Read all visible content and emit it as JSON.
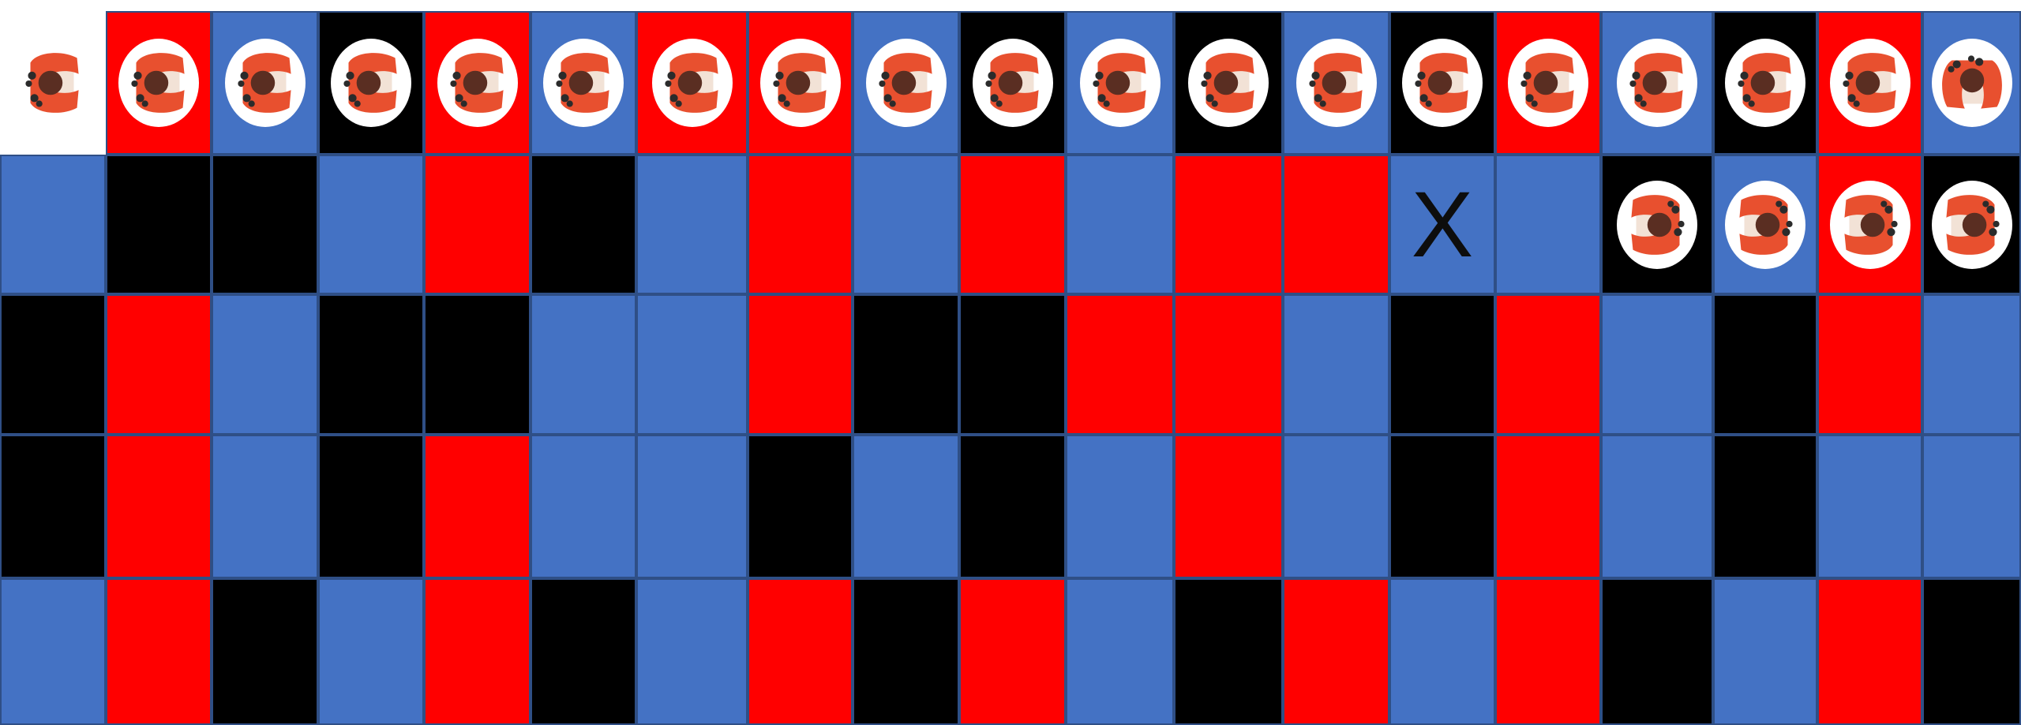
{
  "palette": {
    "red": "#ff0000",
    "blue": "#4472c4",
    "black": "#000000",
    "white": "#ffffff",
    "gridline": "#2f4f86"
  },
  "board": {
    "columns": 19,
    "rows": 5,
    "cells": [
      [
        "W",
        "R",
        "B",
        "K",
        "R",
        "B",
        "R",
        "R",
        "B",
        "K",
        "B",
        "K",
        "B",
        "K",
        "R",
        "B",
        "K",
        "R",
        "B"
      ],
      [
        "B",
        "K",
        "K",
        "B",
        "R",
        "K",
        "B",
        "R",
        "B",
        "R",
        "B",
        "R",
        "R",
        "B",
        "B",
        "K",
        "B",
        "R",
        "K"
      ],
      [
        "K",
        "R",
        "B",
        "K",
        "K",
        "B",
        "B",
        "R",
        "K",
        "K",
        "R",
        "R",
        "B",
        "K",
        "R",
        "B",
        "K",
        "R",
        "B"
      ],
      [
        "K",
        "R",
        "B",
        "K",
        "R",
        "B",
        "B",
        "K",
        "B",
        "K",
        "B",
        "R",
        "B",
        "K",
        "R",
        "B",
        "K",
        "B",
        "B"
      ],
      [
        "B",
        "R",
        "K",
        "B",
        "R",
        "K",
        "B",
        "R",
        "K",
        "R",
        "B",
        "K",
        "R",
        "B",
        "R",
        "K",
        "B",
        "R",
        "K"
      ]
    ],
    "tokens": [
      {
        "row": 0,
        "col": 0,
        "icon": "person-topdown-icon",
        "style": "bare",
        "facing": "right"
      },
      {
        "row": 0,
        "col": 1,
        "icon": "person-topdown-icon",
        "style": "disc",
        "facing": "right"
      },
      {
        "row": 0,
        "col": 2,
        "icon": "person-topdown-icon",
        "style": "disc",
        "facing": "right"
      },
      {
        "row": 0,
        "col": 3,
        "icon": "person-topdown-icon",
        "style": "disc",
        "facing": "right"
      },
      {
        "row": 0,
        "col": 4,
        "icon": "person-topdown-icon",
        "style": "disc",
        "facing": "right"
      },
      {
        "row": 0,
        "col": 5,
        "icon": "person-topdown-icon",
        "style": "disc",
        "facing": "right"
      },
      {
        "row": 0,
        "col": 6,
        "icon": "person-topdown-icon",
        "style": "disc",
        "facing": "right"
      },
      {
        "row": 0,
        "col": 7,
        "icon": "person-topdown-icon",
        "style": "disc",
        "facing": "right"
      },
      {
        "row": 0,
        "col": 8,
        "icon": "person-topdown-icon",
        "style": "disc",
        "facing": "right"
      },
      {
        "row": 0,
        "col": 9,
        "icon": "person-topdown-icon",
        "style": "disc",
        "facing": "right"
      },
      {
        "row": 0,
        "col": 10,
        "icon": "person-topdown-icon",
        "style": "disc",
        "facing": "right"
      },
      {
        "row": 0,
        "col": 11,
        "icon": "person-topdown-icon",
        "style": "disc",
        "facing": "right"
      },
      {
        "row": 0,
        "col": 12,
        "icon": "person-topdown-icon",
        "style": "disc",
        "facing": "right"
      },
      {
        "row": 0,
        "col": 13,
        "icon": "person-topdown-icon",
        "style": "disc",
        "facing": "right"
      },
      {
        "row": 0,
        "col": 14,
        "icon": "person-topdown-icon",
        "style": "disc",
        "facing": "right"
      },
      {
        "row": 0,
        "col": 15,
        "icon": "person-topdown-icon",
        "style": "disc",
        "facing": "right"
      },
      {
        "row": 0,
        "col": 16,
        "icon": "person-topdown-icon",
        "style": "disc",
        "facing": "right"
      },
      {
        "row": 0,
        "col": 17,
        "icon": "person-topdown-icon",
        "style": "disc",
        "facing": "right"
      },
      {
        "row": 0,
        "col": 18,
        "icon": "person-topdown-icon",
        "style": "disc",
        "facing": "down"
      },
      {
        "row": 1,
        "col": 15,
        "icon": "person-topdown-icon",
        "style": "disc",
        "facing": "left"
      },
      {
        "row": 1,
        "col": 16,
        "icon": "person-topdown-icon",
        "style": "disc",
        "facing": "left"
      },
      {
        "row": 1,
        "col": 17,
        "icon": "person-topdown-icon",
        "style": "disc",
        "facing": "left"
      },
      {
        "row": 1,
        "col": 18,
        "icon": "person-topdown-icon",
        "style": "disc",
        "facing": "left"
      }
    ],
    "marks": [
      {
        "row": 1,
        "col": 13,
        "text": "X"
      }
    ]
  }
}
